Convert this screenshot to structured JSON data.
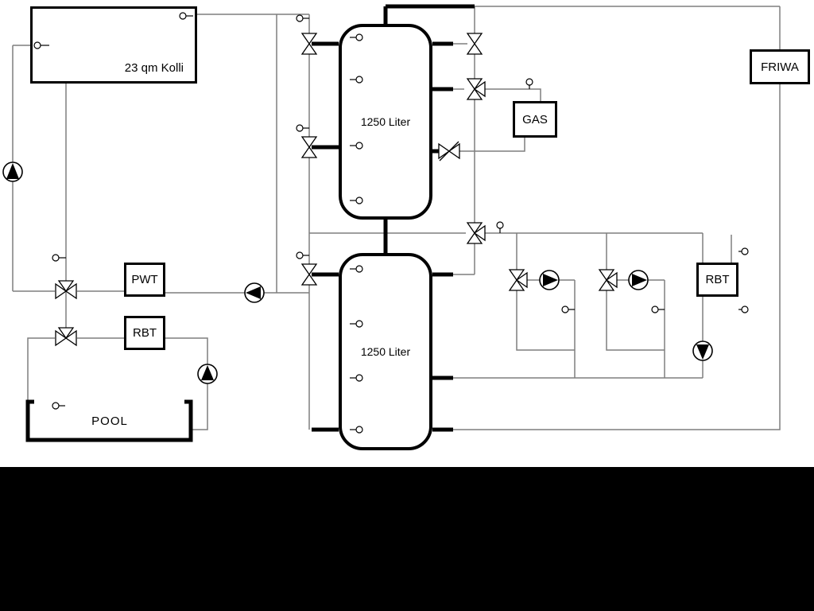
{
  "diagram": {
    "labels": {
      "collector": "23 qm Kolli",
      "buffer_tank_top": "1250 Liter",
      "buffer_tank_bottom": "1250 Liter",
      "heat_exchanger": "PWT",
      "rbt_left": "RBT",
      "rbt_right": "RBT",
      "pool": "POOL",
      "gas_boiler": "GAS",
      "fresh_water_station": "FRIWA"
    },
    "colors": {
      "pipe_gray": "#7f7f7f",
      "component_black": "#000000",
      "background": "#ffffff",
      "bottom_bar": "#000000"
    },
    "symbols": {
      "pump": "circle with solid triangle showing flow direction",
      "valve": "bowtie of two hollow triangles, three-way valves add a third triangle",
      "sensor": "small hollow circle with a short stem"
    }
  }
}
